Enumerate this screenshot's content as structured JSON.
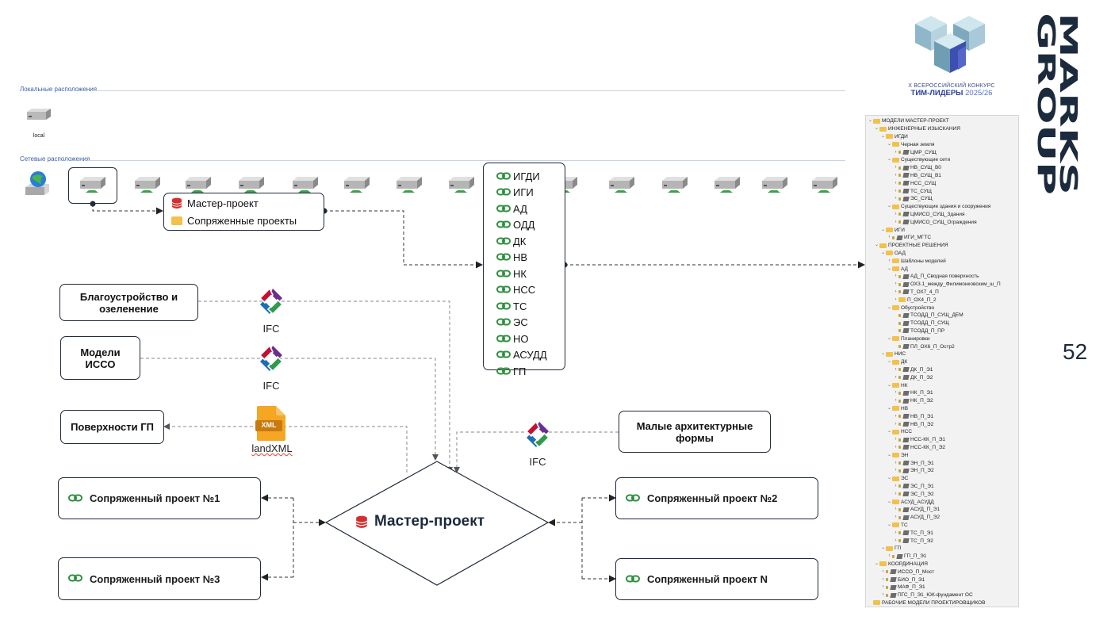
{
  "locations": {
    "local_title": "Локальные расположения",
    "local_label": "local",
    "network_title": "Сетевые расположения"
  },
  "master_node": {
    "item1": "Мастер-проект",
    "item2": "Сопряженные проекты"
  },
  "disciplines": [
    "ИГДИ",
    "ИГИ",
    "АД",
    "ОДД",
    "ДК",
    "НВ",
    "НК",
    "НСС",
    "ТС",
    "ЭС",
    "НО",
    "АСУДД",
    "ГП"
  ],
  "sources": {
    "blago": "Благоустройство и озеленение",
    "isso": "Модели ИССО",
    "surfaces": "Поверхности ГП",
    "maf": "Малые архитектурные формы"
  },
  "formats": {
    "ifc1": "IFC",
    "ifc2": "IFC",
    "xml_badge": "XML",
    "landxml": "landXML",
    "ifc3": "IFC"
  },
  "central": {
    "label": "Мастер-проект"
  },
  "linked": {
    "p1": "Сопряженный проект №1",
    "p2": "Сопряженный проект №2",
    "p3": "Сопряженный проект №3",
    "pn": "Сопряженный проект N"
  },
  "branding": {
    "contest_line1": "X ВСЕРОССИЙСКИЙ КОНКУРС",
    "contest_line2a": "ТИМ-ЛИДЕРЫ",
    "contest_line2b": "2025/26",
    "marks": "MARKS",
    "group": "GROUP",
    "page_number": "52"
  },
  "colors": {
    "accent_blue": "#3b5ea8",
    "ifc_red": "#c8102e",
    "ifc_blue": "#1b6fb5",
    "ifc_purple": "#6a2f8f",
    "ifc_green": "#2e9b4a",
    "link_green": "#2f8f3f",
    "db_red": "#d32f2f",
    "folder_yellow": "#f3c14b",
    "xml_orange": "#f5a623"
  },
  "tree": [
    {
      "d": 0,
      "t": "МОДЕЛИ МАСТЕР-ПРОЕКТ",
      "k": "folder",
      "e": "v"
    },
    {
      "d": 1,
      "t": "ИНЖЕНЕРНЫЕ ИЗЫСКАНИЯ",
      "k": "folder",
      "e": "v"
    },
    {
      "d": 2,
      "t": "ИГДИ",
      "k": "folder",
      "e": "v"
    },
    {
      "d": 3,
      "t": "Черная земля",
      "k": "folder",
      "e": "v"
    },
    {
      "d": 4,
      "t": "ЦМР_СУЩ",
      "k": "model",
      "e": ">"
    },
    {
      "d": 3,
      "t": "Существующие сети",
      "k": "folder",
      "e": "v"
    },
    {
      "d": 4,
      "t": "НВ_СУЩ_В0",
      "k": "model",
      "e": ">"
    },
    {
      "d": 4,
      "t": "НВ_СУЩ_В1",
      "k": "model",
      "e": ">"
    },
    {
      "d": 4,
      "t": "НСС_СУЩ",
      "k": "model",
      "e": ">"
    },
    {
      "d": 4,
      "t": "ТС_СУЩ",
      "k": "model",
      "e": ">"
    },
    {
      "d": 4,
      "t": "ЭС_СУЩ",
      "k": "model",
      "e": ">"
    },
    {
      "d": 3,
      "t": "Существующие здания и сооружения",
      "k": "folder",
      "e": "v"
    },
    {
      "d": 4,
      "t": "ЦМИСО_СУЩ_Здания",
      "k": "model",
      "e": ">"
    },
    {
      "d": 4,
      "t": "ЦМИСО_СУЩ_Ограждения",
      "k": "model",
      "e": ">"
    },
    {
      "d": 2,
      "t": "ИГИ",
      "k": "folder",
      "e": "v"
    },
    {
      "d": 3,
      "t": "ИГИ_МГТС",
      "k": "model",
      "e": ">"
    },
    {
      "d": 1,
      "t": "ПРОЕКТНЫЕ РЕШЕНИЯ",
      "k": "folder",
      "e": "v"
    },
    {
      "d": 2,
      "t": "ОАД",
      "k": "folder",
      "e": "v"
    },
    {
      "d": 3,
      "t": "Шаблоны моделей",
      "k": "folder",
      "e": ">"
    },
    {
      "d": 3,
      "t": "АД",
      "k": "folder",
      "e": "v"
    },
    {
      "d": 4,
      "t": "АД_П_Сводная поверхность",
      "k": "model",
      "e": ">"
    },
    {
      "d": 4,
      "t": "ОХ3.1_между_Филимонковским_ш_П",
      "k": "model",
      "e": ">"
    },
    {
      "d": 4,
      "t": "Т_ОХ7_4_П",
      "k": "model",
      "e": ">"
    },
    {
      "d": 4,
      "t": "П_ОХ4_П_2",
      "k": "folder",
      "e": ">"
    },
    {
      "d": 3,
      "t": "Обустройство",
      "k": "folder",
      "e": "v"
    },
    {
      "d": 4,
      "t": "ТСОДД_П_СУЩ_ДЕМ",
      "k": "model",
      "e": ""
    },
    {
      "d": 4,
      "t": "ТСОДД_П_СУЩ",
      "k": "model",
      "e": ""
    },
    {
      "d": 4,
      "t": "ТСОДД_П_ПР",
      "k": "model",
      "e": ""
    },
    {
      "d": 3,
      "t": "Планировки",
      "k": "folder",
      "e": "v"
    },
    {
      "d": 4,
      "t": "ПЛ_ОХ6_П_Остр2",
      "k": "model",
      "e": ""
    },
    {
      "d": 2,
      "t": "НИС",
      "k": "folder",
      "e": "v"
    },
    {
      "d": 3,
      "t": "ДК",
      "k": "folder",
      "e": "v"
    },
    {
      "d": 4,
      "t": "ДК_П_Э1",
      "k": "model",
      "e": ">"
    },
    {
      "d": 4,
      "t": "ДК_П_Э2",
      "k": "model",
      "e": ">"
    },
    {
      "d": 3,
      "t": "НК",
      "k": "folder",
      "e": "v"
    },
    {
      "d": 4,
      "t": "НК_П_Э1",
      "k": "model",
      "e": ">"
    },
    {
      "d": 4,
      "t": "НК_П_Э2",
      "k": "model",
      "e": ">"
    },
    {
      "d": 3,
      "t": "НВ",
      "k": "folder",
      "e": "v"
    },
    {
      "d": 4,
      "t": "НВ_П_Э1",
      "k": "model",
      "e": ">"
    },
    {
      "d": 4,
      "t": "НВ_П_Э2",
      "k": "model",
      "e": ">"
    },
    {
      "d": 3,
      "t": "НСС",
      "k": "folder",
      "e": "v"
    },
    {
      "d": 4,
      "t": "НСС-КК_П_Э1",
      "k": "model",
      "e": ">"
    },
    {
      "d": 4,
      "t": "НСС-КК_П_Э2",
      "k": "model",
      "e": ">"
    },
    {
      "d": 3,
      "t": "ЭН",
      "k": "folder",
      "e": "v"
    },
    {
      "d": 4,
      "t": "ЭН_П_Э1",
      "k": "model",
      "e": ">"
    },
    {
      "d": 4,
      "t": "ЭН_П_Э2",
      "k": "model",
      "e": ">"
    },
    {
      "d": 3,
      "t": "ЭС",
      "k": "folder",
      "e": "v"
    },
    {
      "d": 4,
      "t": "ЭС_П_Э1",
      "k": "model",
      "e": ">"
    },
    {
      "d": 4,
      "t": "ЭС_П_Э2",
      "k": "model",
      "e": ">"
    },
    {
      "d": 3,
      "t": "АСУД_АСУДД",
      "k": "folder",
      "e": "v"
    },
    {
      "d": 4,
      "t": "АСУД_П_Э1",
      "k": "model",
      "e": ">"
    },
    {
      "d": 4,
      "t": "АСУД_П_Э2",
      "k": "model",
      "e": ">"
    },
    {
      "d": 3,
      "t": "ТС",
      "k": "folder",
      "e": "v"
    },
    {
      "d": 4,
      "t": "ТС_П_Э1",
      "k": "model",
      "e": ">"
    },
    {
      "d": 4,
      "t": "ТС_П_Э2",
      "k": "model",
      "e": ">"
    },
    {
      "d": 2,
      "t": "ГП",
      "k": "folder",
      "e": "v"
    },
    {
      "d": 3,
      "t": "ГП_П_Э1",
      "k": "model",
      "e": ">"
    },
    {
      "d": 1,
      "t": "КООРДИНАЦИЯ",
      "k": "folder",
      "e": "v"
    },
    {
      "d": 2,
      "t": "ИССО_П_Мост",
      "k": "model",
      "e": ">"
    },
    {
      "d": 2,
      "t": "БИО_П_Э1",
      "k": "model",
      "e": ">"
    },
    {
      "d": 2,
      "t": "МАФ_П_Э1",
      "k": "model",
      "e": ">"
    },
    {
      "d": 2,
      "t": "ПГС_П_Э1_ЮК-фундамент ОС",
      "k": "model",
      "e": ">"
    },
    {
      "d": 0,
      "t": "РАБОЧИЕ МОДЕЛИ ПРОЕКТИРОВЩИКОВ",
      "k": "folder",
      "e": ""
    }
  ]
}
